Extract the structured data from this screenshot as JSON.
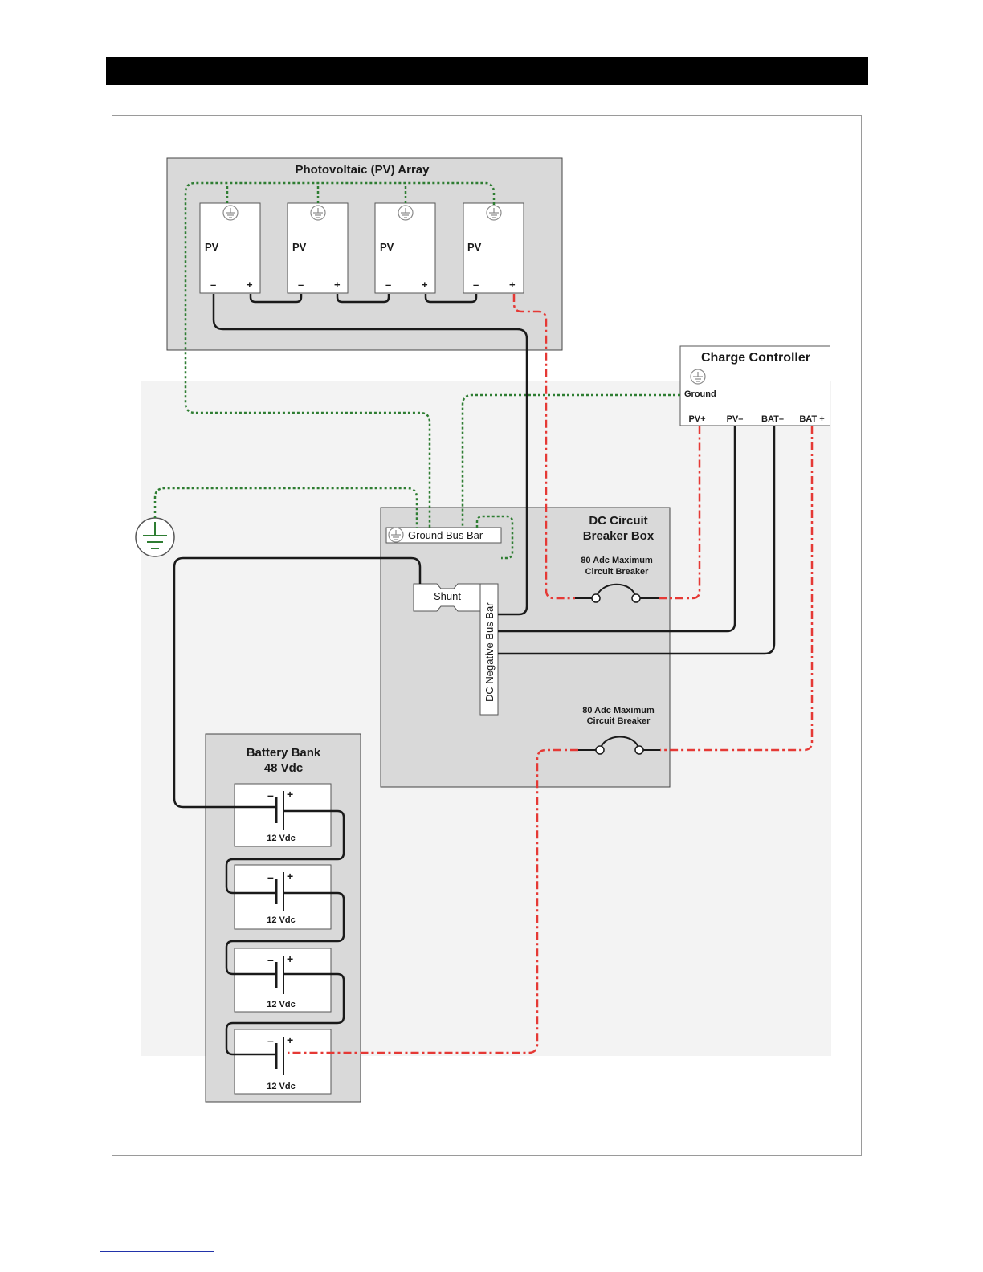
{
  "pv_array": {
    "title": "Photovoltaic (PV) Array",
    "modules": [
      {
        "label": "PV",
        "minus": "–",
        "plus": "+"
      },
      {
        "label": "PV",
        "minus": "–",
        "plus": "+"
      },
      {
        "label": "PV",
        "minus": "–",
        "plus": "+"
      },
      {
        "label": "PV",
        "minus": "–",
        "plus": "+"
      }
    ]
  },
  "charge_controller": {
    "title": "Charge Controller",
    "ground_label": "Ground",
    "terminals": [
      "PV+",
      "PV–",
      "BAT–",
      "BAT +"
    ]
  },
  "breaker_box": {
    "title_line1": "DC Circuit",
    "title_line2": "Breaker Box",
    "ground_bus": "Ground Bus Bar",
    "shunt": "Shunt",
    "negative_bus": "DC Negative Bus Bar",
    "breaker_top": {
      "line1": "80 Adc Maximum",
      "line2": "Circuit Breaker"
    },
    "breaker_bottom": {
      "line1": "80 Adc Maximum",
      "line2": "Circuit Breaker"
    }
  },
  "battery_bank": {
    "title_line1": "Battery Bank",
    "title_line2": "48 Vdc",
    "cells": [
      {
        "label": "12 Vdc",
        "minus": "–",
        "plus": "+"
      },
      {
        "label": "12  Vdc",
        "minus": "–",
        "plus": "+"
      },
      {
        "label": "12 Vdc",
        "minus": "–",
        "plus": "+"
      },
      {
        "label": "12 Vdc",
        "minus": "–",
        "plus": "+"
      }
    ]
  },
  "colors": {
    "ground_wire": "#2e7d32",
    "positive_wire": "#e53935",
    "negative_wire": "#1a1a1a",
    "box_fill": "#d9d9d9"
  }
}
